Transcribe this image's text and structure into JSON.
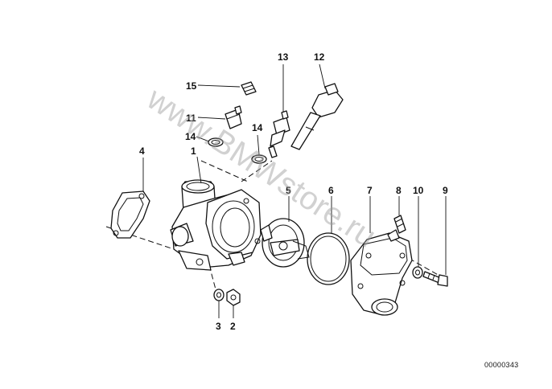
{
  "diagram": {
    "watermark": "www.BMWstore.ru",
    "catalog_number": "00000343",
    "callouts": {
      "c1": "1",
      "c2": "2",
      "c3": "3",
      "c4": "4",
      "c5": "5",
      "c6": "6",
      "c7": "7",
      "c8": "8",
      "c9": "9",
      "c10": "10",
      "c11": "11",
      "c12": "12",
      "c13": "13",
      "c14a": "14",
      "c14b": "14",
      "c15": "15"
    }
  }
}
